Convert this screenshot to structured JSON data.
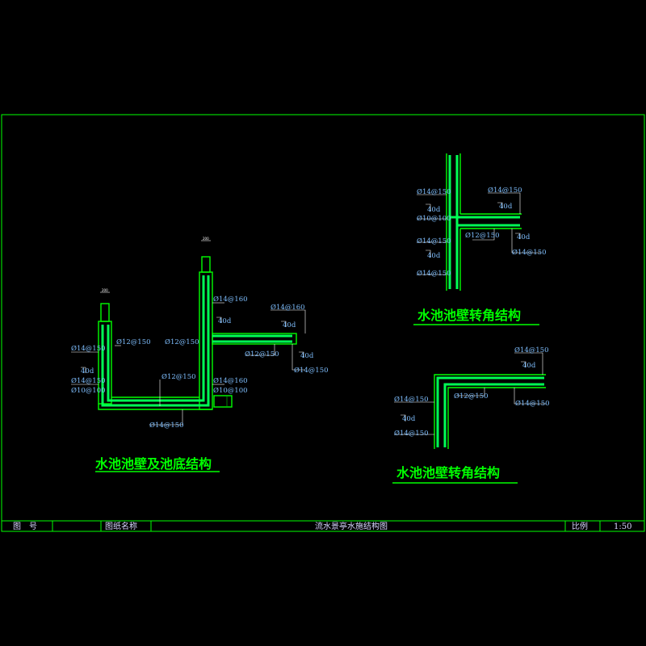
{
  "titles": {
    "left": "水池池壁及池底结构",
    "right_top": "水池池壁转角结构",
    "right_bottom": "水池池壁转角结构"
  },
  "title_block": {
    "drawing_no_label": "图　号",
    "drawing_name_label": "图纸名称",
    "drawing_name": "流水景亭水施结构图",
    "scale_label": "比例",
    "scale_value": "1:50"
  },
  "dims": {
    "left_col_top": "200",
    "right_col_top": "200"
  },
  "left_section": {
    "left_wall_1": "Ø14@150",
    "left_wall_40d": "40d",
    "left_wall_2": "Ø14@150",
    "left_wall_3": "Ø10@100",
    "left_inner": "Ø12@150",
    "mid_inner": "Ø12@150",
    "mid_bottom": "Ø12@150",
    "bottom": "Ø14@150",
    "rwall_top": "Ø14@160",
    "rwall_40d": "40d",
    "rwall_b1": "Ø14@160",
    "rwall_b2": "Ø10@100",
    "slab_top": "Ø14@160",
    "slab_40d_top": "40d",
    "slab_mid": "Ø12@150",
    "slab_40d_bot": "40d",
    "slab_bot": "Ø14@150"
  },
  "rt_section": {
    "l1": "Ø14@150",
    "l1_40d": "40d",
    "l2": "Ø10@100",
    "l3": "Ø14@150",
    "l3_40d": "40d",
    "l4": "Ø14@150",
    "r_top": "Ø14@150",
    "r_top_40d": "40d",
    "r_mid": "Ø12@150",
    "r_40d": "40d",
    "r_bot": "Ø14@150"
  },
  "rb_section": {
    "top": "Ø14@150",
    "top_40d": "40d",
    "mid": "Ø12@150",
    "right": "Ø14@150",
    "left1": "Ø14@150",
    "left_40d": "40d",
    "left2": "Ø14@150"
  }
}
